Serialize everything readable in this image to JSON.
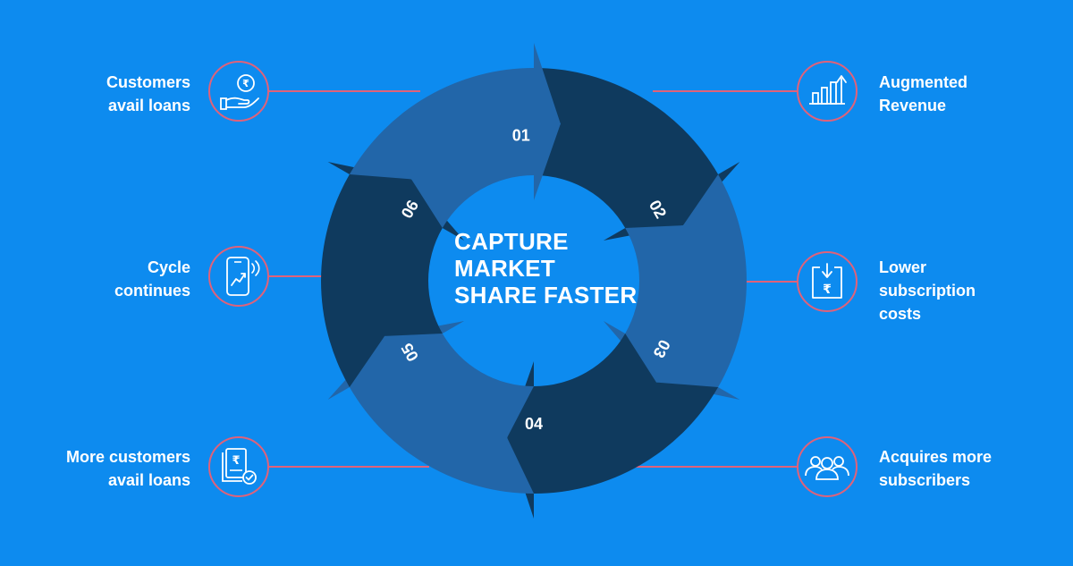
{
  "center_title": [
    "CAPTURE",
    "MARKET",
    "SHARE FASTER"
  ],
  "colors": {
    "background": "#0d8bef",
    "segment_light": "#2266a9",
    "segment_dark": "#0f3a5e",
    "connector_line": "#e0627a",
    "icon_stroke": "#ffffff"
  },
  "steps": [
    {
      "number": "01",
      "label": [
        "Customers",
        "avail loans"
      ],
      "icon": "rupee-hand-icon"
    },
    {
      "number": "02",
      "label": [
        "Augmented",
        "Revenue"
      ],
      "icon": "bar-growth-icon"
    },
    {
      "number": "03",
      "label": [
        "Lower",
        "subscription",
        "costs"
      ],
      "icon": "rupee-download-icon"
    },
    {
      "number": "04",
      "label": [
        "Acquires more",
        "subscribers"
      ],
      "icon": "group-people-icon"
    },
    {
      "number": "05",
      "label": [
        "More customers",
        "avail loans"
      ],
      "icon": "rupee-document-check-icon"
    },
    {
      "number": "06",
      "label": [
        "Cycle",
        "continues"
      ],
      "icon": "mobile-growth-icon"
    }
  ]
}
